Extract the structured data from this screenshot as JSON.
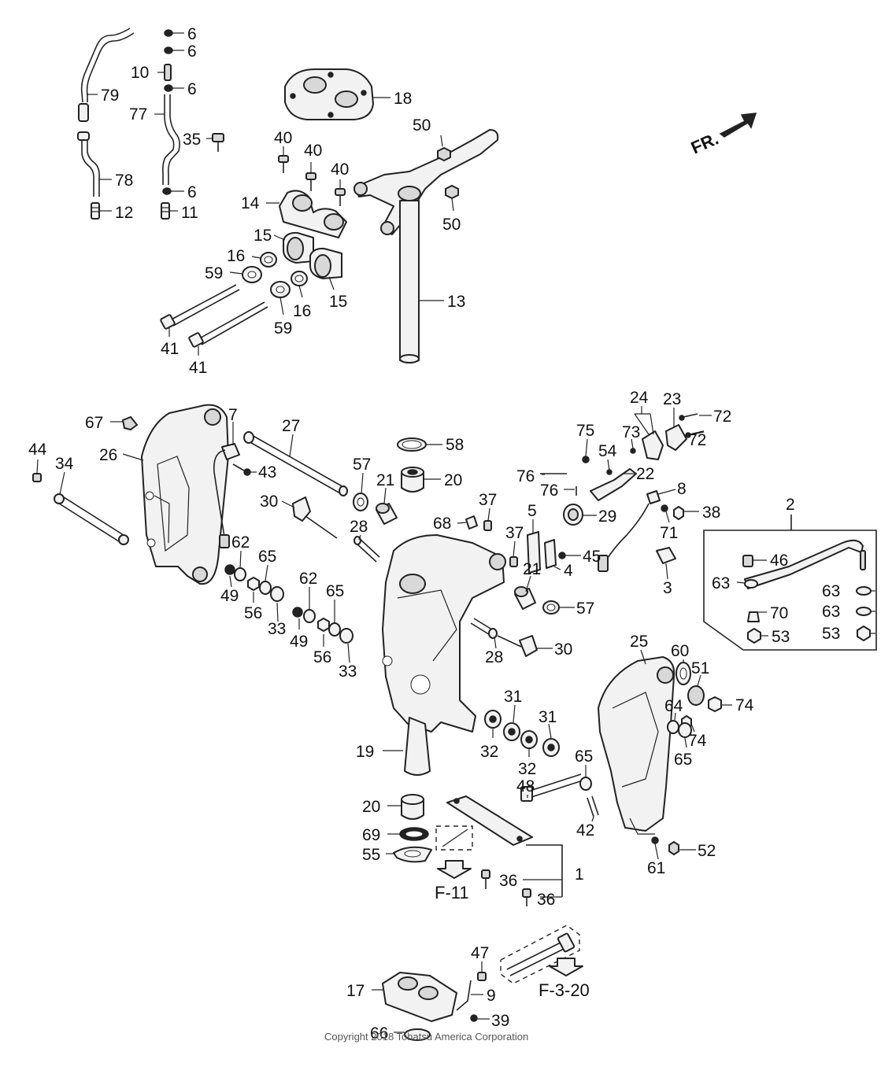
{
  "diagram": {
    "direction_label": "FR.",
    "copyright": "Copyright 2018 Tohatsu America Corporation",
    "references": [
      "F-11",
      "F-3-20"
    ],
    "callouts": [
      {
        "id": "c6a",
        "text": "6"
      },
      {
        "id": "c6b",
        "text": "6"
      },
      {
        "id": "c10",
        "text": "10"
      },
      {
        "id": "c6c",
        "text": "6"
      },
      {
        "id": "c79",
        "text": "79"
      },
      {
        "id": "c77",
        "text": "77"
      },
      {
        "id": "c35",
        "text": "35"
      },
      {
        "id": "c78",
        "text": "78"
      },
      {
        "id": "c6d",
        "text": "6"
      },
      {
        "id": "c12",
        "text": "12"
      },
      {
        "id": "c11",
        "text": "11"
      },
      {
        "id": "c18",
        "text": "18"
      },
      {
        "id": "c40a",
        "text": "40"
      },
      {
        "id": "c40b",
        "text": "40"
      },
      {
        "id": "c40c",
        "text": "40"
      },
      {
        "id": "c14",
        "text": "14"
      },
      {
        "id": "c15a",
        "text": "15"
      },
      {
        "id": "c16a",
        "text": "16"
      },
      {
        "id": "c59a",
        "text": "59"
      },
      {
        "id": "c16b",
        "text": "16"
      },
      {
        "id": "c15b",
        "text": "15"
      },
      {
        "id": "c59b",
        "text": "59"
      },
      {
        "id": "c41a",
        "text": "41"
      },
      {
        "id": "c41b",
        "text": "41"
      },
      {
        "id": "c50a",
        "text": "50"
      },
      {
        "id": "c50b",
        "text": "50"
      },
      {
        "id": "c13",
        "text": "13"
      },
      {
        "id": "c67",
        "text": "67"
      },
      {
        "id": "c7",
        "text": "7"
      },
      {
        "id": "c27",
        "text": "27"
      },
      {
        "id": "c44",
        "text": "44"
      },
      {
        "id": "c34",
        "text": "34"
      },
      {
        "id": "c26",
        "text": "26"
      },
      {
        "id": "c43",
        "text": "43"
      },
      {
        "id": "c58",
        "text": "58"
      },
      {
        "id": "c57a",
        "text": "57"
      },
      {
        "id": "c20a",
        "text": "20"
      },
      {
        "id": "c21a",
        "text": "21"
      },
      {
        "id": "c30a",
        "text": "30"
      },
      {
        "id": "c28a",
        "text": "28"
      },
      {
        "id": "c62a",
        "text": "62"
      },
      {
        "id": "c65a",
        "text": "65"
      },
      {
        "id": "c49a",
        "text": "49"
      },
      {
        "id": "c56a",
        "text": "56"
      },
      {
        "id": "c33a",
        "text": "33"
      },
      {
        "id": "c62b",
        "text": "62"
      },
      {
        "id": "c65b",
        "text": "65"
      },
      {
        "id": "c49b",
        "text": "49"
      },
      {
        "id": "c56b",
        "text": "56"
      },
      {
        "id": "c33b",
        "text": "33"
      },
      {
        "id": "c37a",
        "text": "37"
      },
      {
        "id": "c68",
        "text": "68"
      },
      {
        "id": "c37b",
        "text": "37"
      },
      {
        "id": "c5",
        "text": "5"
      },
      {
        "id": "c4",
        "text": "4"
      },
      {
        "id": "c45",
        "text": "45"
      },
      {
        "id": "c21b",
        "text": "21"
      },
      {
        "id": "c57b",
        "text": "57"
      },
      {
        "id": "c28b",
        "text": "28"
      },
      {
        "id": "c30b",
        "text": "30"
      },
      {
        "id": "c75",
        "text": "75"
      },
      {
        "id": "c24",
        "text": "24"
      },
      {
        "id": "c73",
        "text": "73"
      },
      {
        "id": "c23",
        "text": "23"
      },
      {
        "id": "c72a",
        "text": "72"
      },
      {
        "id": "c72b",
        "text": "72"
      },
      {
        "id": "c54",
        "text": "54"
      },
      {
        "id": "c22",
        "text": "22"
      },
      {
        "id": "c76a",
        "text": "76"
      },
      {
        "id": "c76b",
        "text": "76"
      },
      {
        "id": "c29",
        "text": "29"
      },
      {
        "id": "c8",
        "text": "8"
      },
      {
        "id": "c38",
        "text": "38"
      },
      {
        "id": "c71",
        "text": "71"
      },
      {
        "id": "c3",
        "text": "3"
      },
      {
        "id": "c2",
        "text": "2"
      },
      {
        "id": "c46",
        "text": "46"
      },
      {
        "id": "c63a",
        "text": "63"
      },
      {
        "id": "c63b",
        "text": "63"
      },
      {
        "id": "c70",
        "text": "70"
      },
      {
        "id": "c63c",
        "text": "63"
      },
      {
        "id": "c53a",
        "text": "53"
      },
      {
        "id": "c53b",
        "text": "53"
      },
      {
        "id": "c25",
        "text": "25"
      },
      {
        "id": "c60",
        "text": "60"
      },
      {
        "id": "c51",
        "text": "51"
      },
      {
        "id": "c64",
        "text": "64"
      },
      {
        "id": "c74a",
        "text": "74"
      },
      {
        "id": "c74b",
        "text": "74"
      },
      {
        "id": "c65c",
        "text": "65"
      },
      {
        "id": "c31a",
        "text": "31"
      },
      {
        "id": "c31b",
        "text": "31"
      },
      {
        "id": "c32a",
        "text": "32"
      },
      {
        "id": "c32b",
        "text": "32"
      },
      {
        "id": "c19",
        "text": "19"
      },
      {
        "id": "c65d",
        "text": "65"
      },
      {
        "id": "c48",
        "text": "48"
      },
      {
        "id": "c42",
        "text": "42"
      },
      {
        "id": "c20b",
        "text": "20"
      },
      {
        "id": "c69",
        "text": "69"
      },
      {
        "id": "c55",
        "text": "55"
      },
      {
        "id": "c1",
        "text": "1"
      },
      {
        "id": "c36a",
        "text": "36"
      },
      {
        "id": "c36b",
        "text": "36"
      },
      {
        "id": "c61",
        "text": "61"
      },
      {
        "id": "c52",
        "text": "52"
      },
      {
        "id": "c47",
        "text": "47"
      },
      {
        "id": "c17",
        "text": "17"
      },
      {
        "id": "c9",
        "text": "9"
      },
      {
        "id": "c39",
        "text": "39"
      },
      {
        "id": "c66",
        "text": "66"
      }
    ]
  }
}
